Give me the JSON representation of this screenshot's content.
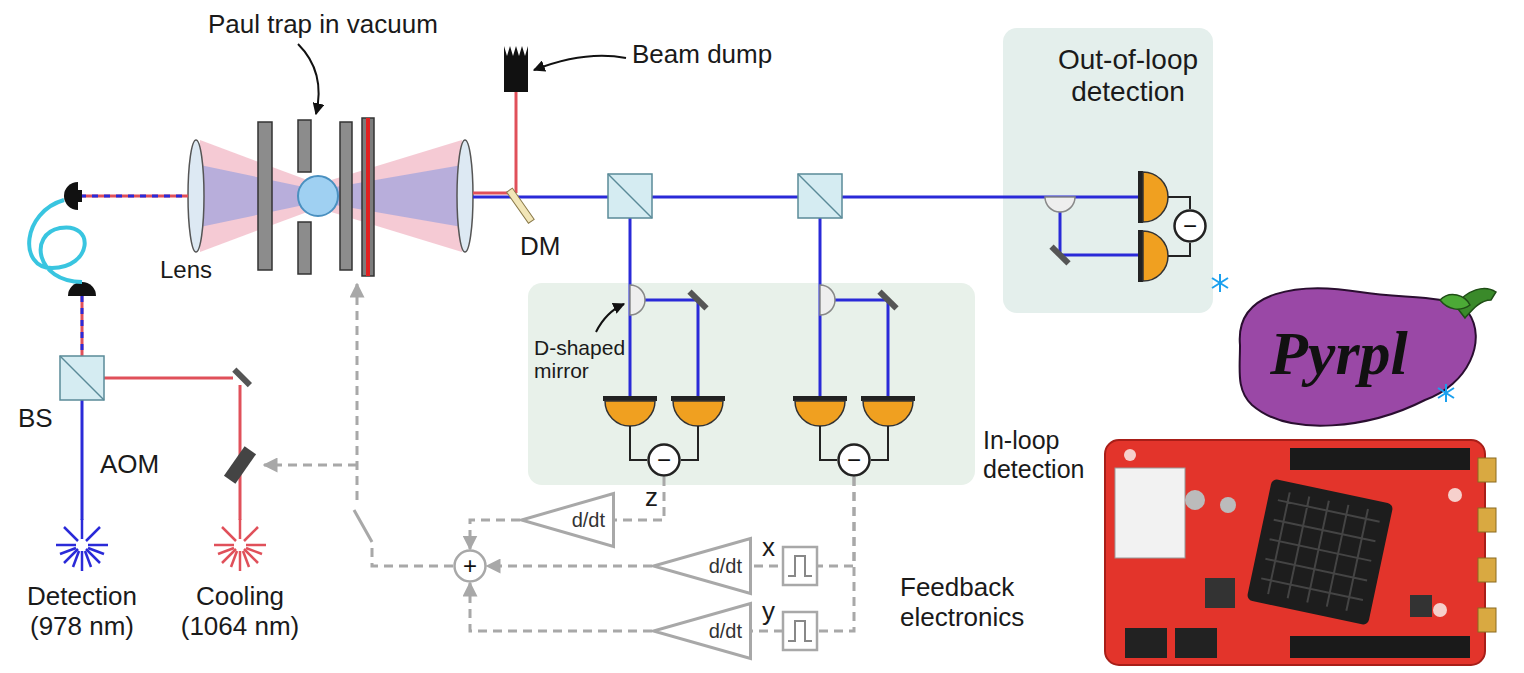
{
  "diagram": {
    "nodes": [
      {
        "text": [
          "Out-of-loop detection"
        ]
      },
      {
        "text": [
          "−"
        ],
        "in": 0
      },
      {
        "text": [
          "In-loop detection"
        ]
      },
      {
        "text": [
          "−"
        ],
        "in": 2
      },
      {
        "text": [
          "−"
        ],
        "in": 2
      },
      {
        "text": [
          "d/dt"
        ]
      },
      {
        "text": [
          "d/dt"
        ]
      },
      {
        "text": [
          "d/dt"
        ]
      },
      {
        "text": [
          "+"
        ]
      }
    ],
    "edges": [
      {
        "from": 3,
        "to": 5,
        "label": "z",
        "arrow": "none"
      },
      {
        "from": 4,
        "to": 6,
        "label": "x",
        "arrow": "none"
      },
      {
        "from": 4,
        "to": 7,
        "label": "y",
        "arrow": "none"
      },
      {
        "from": 5,
        "to": 8,
        "arrow": "to"
      },
      {
        "from": 6,
        "to": 8,
        "arrow": "to"
      },
      {
        "from": 7,
        "to": 8,
        "arrow": "to"
      }
    ],
    "labels": [
      "Paul trap in vacuum",
      "Beam dump",
      "Lens",
      "DM",
      "D-shaped mirror",
      "BS",
      "AOM",
      "Detection (978 nm)",
      "Cooling (1064 nm)",
      "Feedback electronics",
      "Pyrpl"
    ]
  }
}
